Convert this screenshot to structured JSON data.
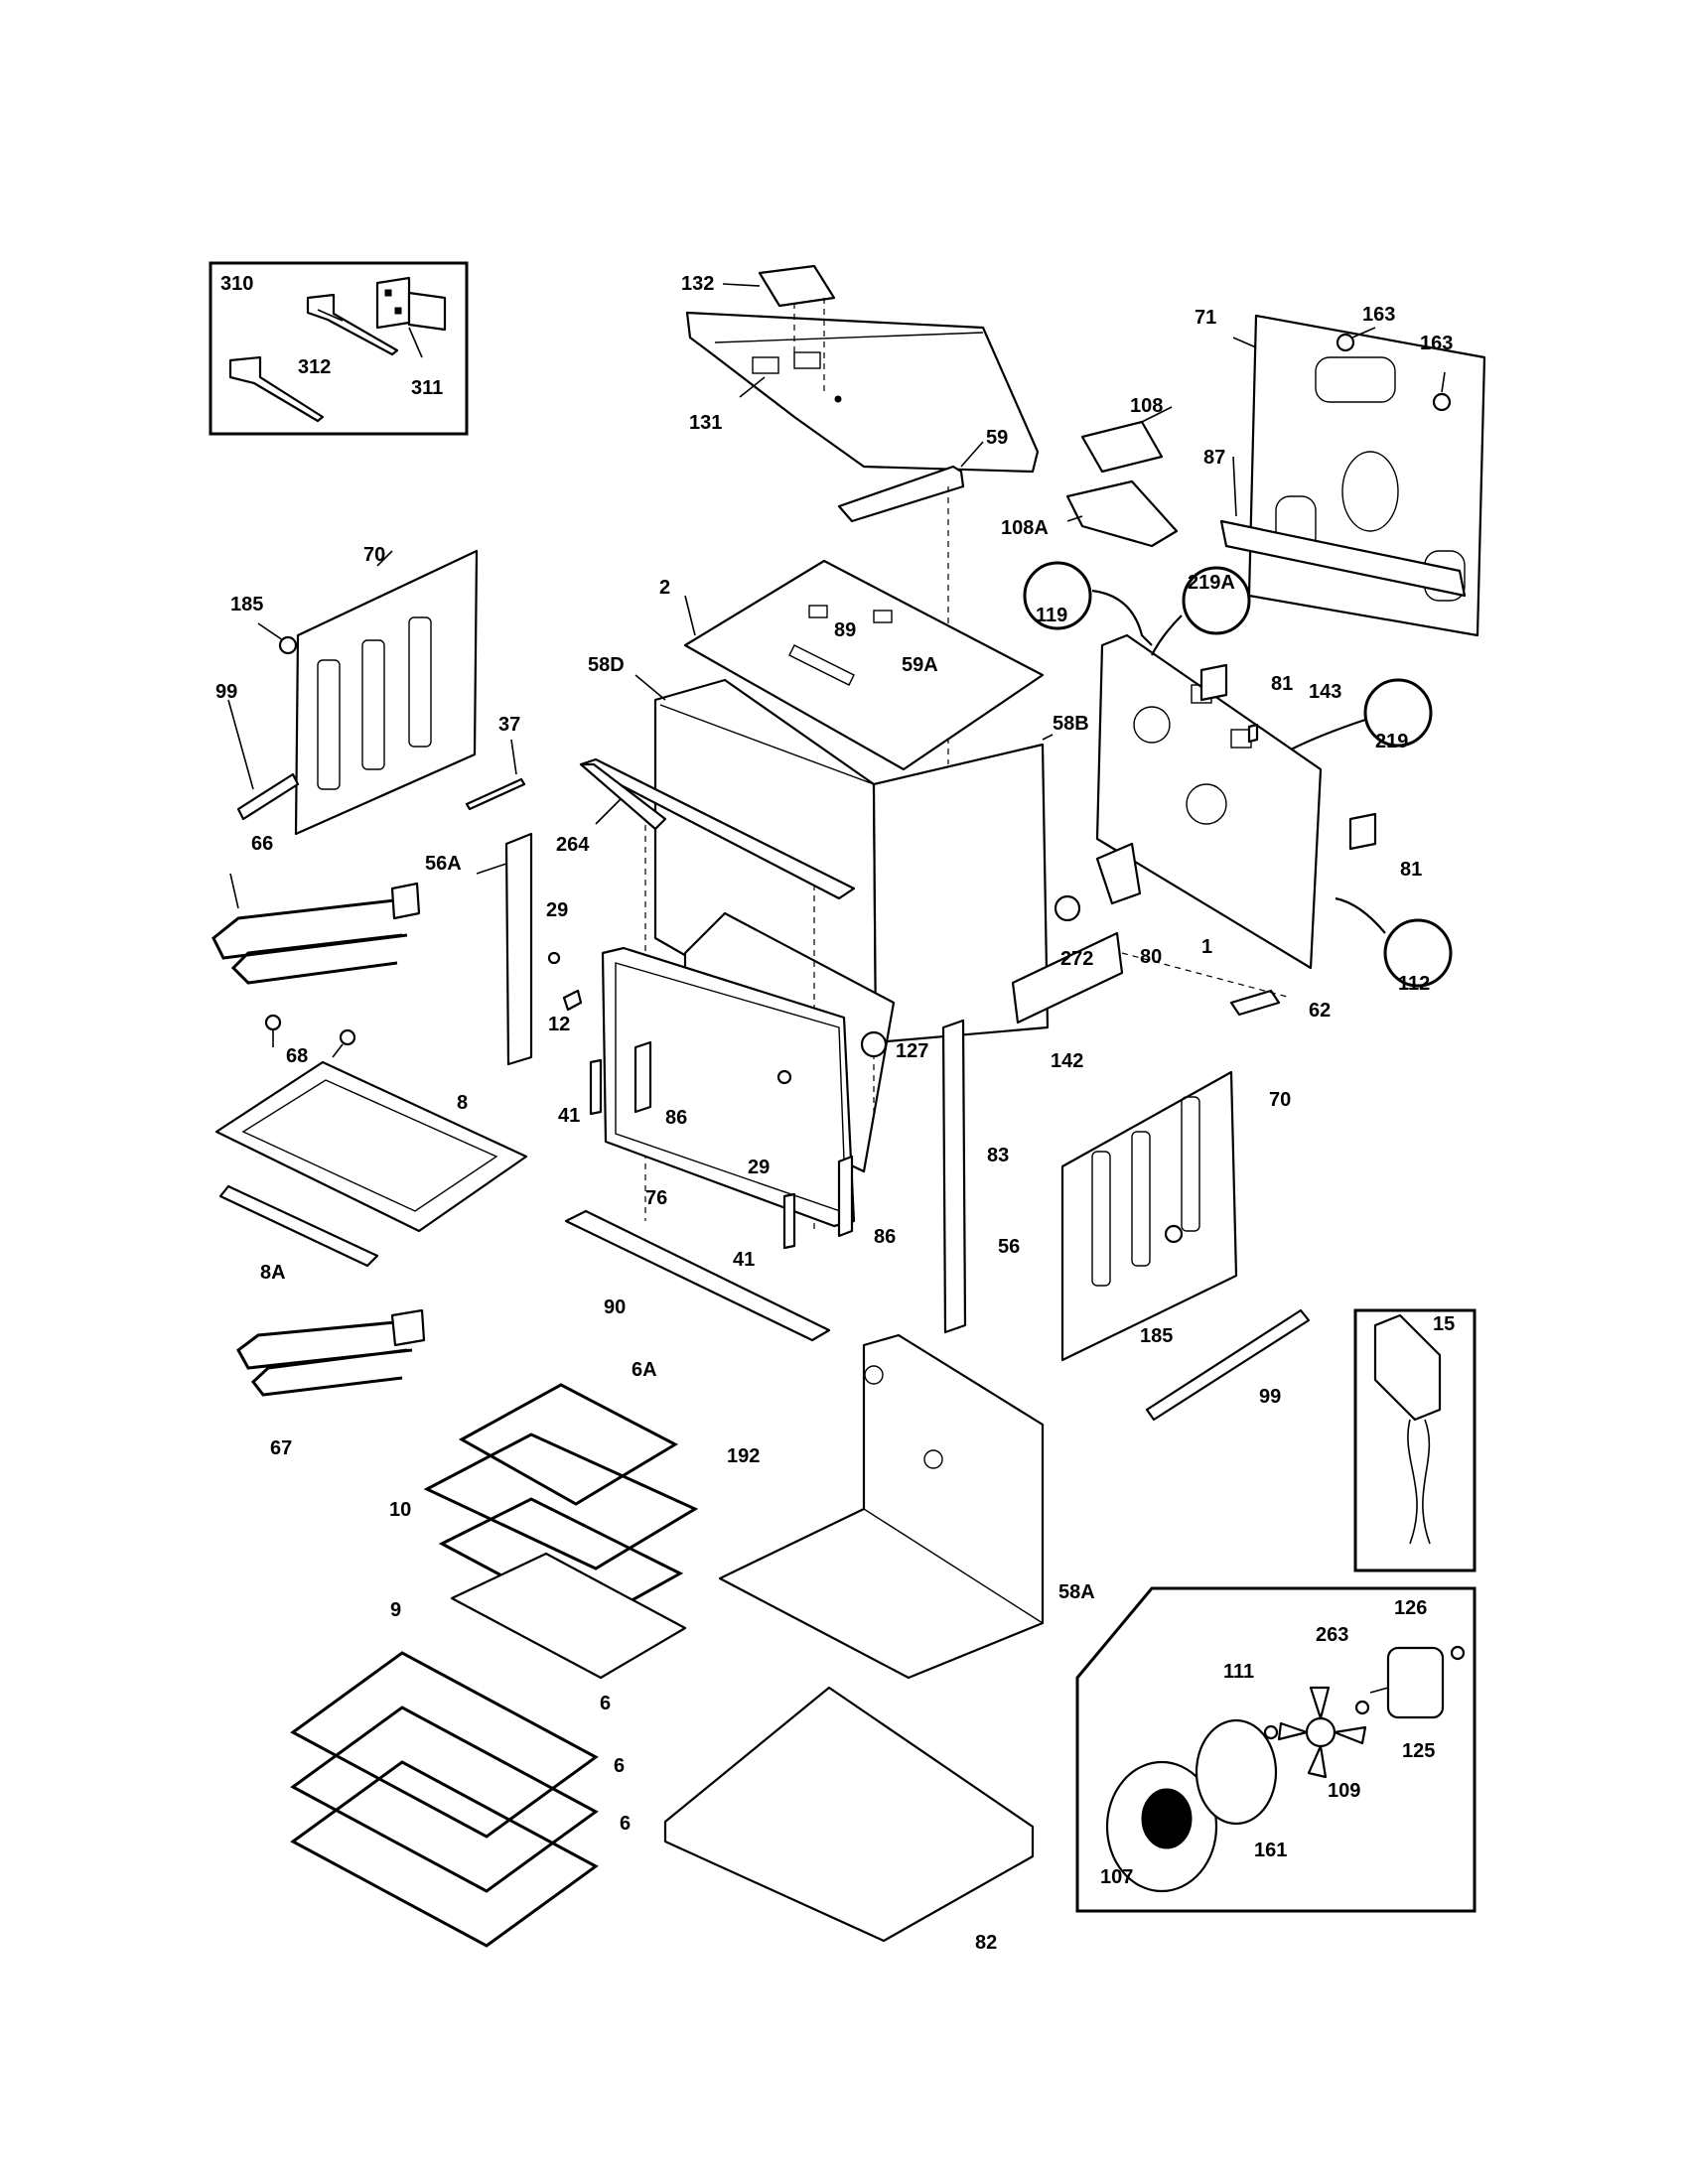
{
  "callouts": [
    {
      "id": "c-310",
      "text": "310"
    },
    {
      "id": "c-312",
      "text": "312"
    },
    {
      "id": "c-311",
      "text": "311"
    },
    {
      "id": "c-132",
      "text": "132"
    },
    {
      "id": "c-131",
      "text": "131"
    },
    {
      "id": "c-59",
      "text": "59"
    },
    {
      "id": "c-163a",
      "text": "163"
    },
    {
      "id": "c-163b",
      "text": "163"
    },
    {
      "id": "c-71",
      "text": "71"
    },
    {
      "id": "c-108",
      "text": "108"
    },
    {
      "id": "c-108A",
      "text": "108A"
    },
    {
      "id": "c-87",
      "text": "87"
    },
    {
      "id": "c-70a",
      "text": "70"
    },
    {
      "id": "c-185a",
      "text": "185"
    },
    {
      "id": "c-2",
      "text": "2"
    },
    {
      "id": "c-119",
      "text": "119"
    },
    {
      "id": "c-219A",
      "text": "219A"
    },
    {
      "id": "c-89",
      "text": "89"
    },
    {
      "id": "c-58D",
      "text": "58D"
    },
    {
      "id": "c-59A",
      "text": "59A"
    },
    {
      "id": "c-81a",
      "text": "81"
    },
    {
      "id": "c-143",
      "text": "143"
    },
    {
      "id": "c-219",
      "text": "219"
    },
    {
      "id": "c-99a",
      "text": "99"
    },
    {
      "id": "c-37",
      "text": "37"
    },
    {
      "id": "c-58B",
      "text": "58B"
    },
    {
      "id": "c-66",
      "text": "66"
    },
    {
      "id": "c-56A",
      "text": "56A"
    },
    {
      "id": "c-264",
      "text": "264"
    },
    {
      "id": "c-81b",
      "text": "81"
    },
    {
      "id": "c-29a",
      "text": "29"
    },
    {
      "id": "c-272",
      "text": "272"
    },
    {
      "id": "c-80",
      "text": "80"
    },
    {
      "id": "c-1",
      "text": "1"
    },
    {
      "id": "c-112",
      "text": "112"
    },
    {
      "id": "c-12",
      "text": "12"
    },
    {
      "id": "c-62",
      "text": "62"
    },
    {
      "id": "c-68",
      "text": "68"
    },
    {
      "id": "c-127",
      "text": "127"
    },
    {
      "id": "c-142",
      "text": "142"
    },
    {
      "id": "c-8",
      "text": "8"
    },
    {
      "id": "c-41a",
      "text": "41"
    },
    {
      "id": "c-86a",
      "text": "86"
    },
    {
      "id": "c-29b",
      "text": "29"
    },
    {
      "id": "c-83",
      "text": "83"
    },
    {
      "id": "c-70b",
      "text": "70"
    },
    {
      "id": "c-76",
      "text": "76"
    },
    {
      "id": "c-86b",
      "text": "86"
    },
    {
      "id": "c-41b",
      "text": "41"
    },
    {
      "id": "c-56",
      "text": "56"
    },
    {
      "id": "c-8A",
      "text": "8A"
    },
    {
      "id": "c-90",
      "text": "90"
    },
    {
      "id": "c-185b",
      "text": "185"
    },
    {
      "id": "c-15",
      "text": "15"
    },
    {
      "id": "c-6A",
      "text": "6A"
    },
    {
      "id": "c-99b",
      "text": "99"
    },
    {
      "id": "c-192",
      "text": "192"
    },
    {
      "id": "c-67",
      "text": "67"
    },
    {
      "id": "c-10",
      "text": "10"
    },
    {
      "id": "c-58A",
      "text": "58A"
    },
    {
      "id": "c-9",
      "text": "9"
    },
    {
      "id": "c-126",
      "text": "126"
    },
    {
      "id": "c-263",
      "text": "263"
    },
    {
      "id": "c-111",
      "text": "111"
    },
    {
      "id": "c-125",
      "text": "125"
    },
    {
      "id": "c-6a",
      "text": "6"
    },
    {
      "id": "c-6b",
      "text": "6"
    },
    {
      "id": "c-109",
      "text": "109"
    },
    {
      "id": "c-6c",
      "text": "6"
    },
    {
      "id": "c-161",
      "text": "161"
    },
    {
      "id": "c-107",
      "text": "107"
    },
    {
      "id": "c-82",
      "text": "82"
    }
  ]
}
